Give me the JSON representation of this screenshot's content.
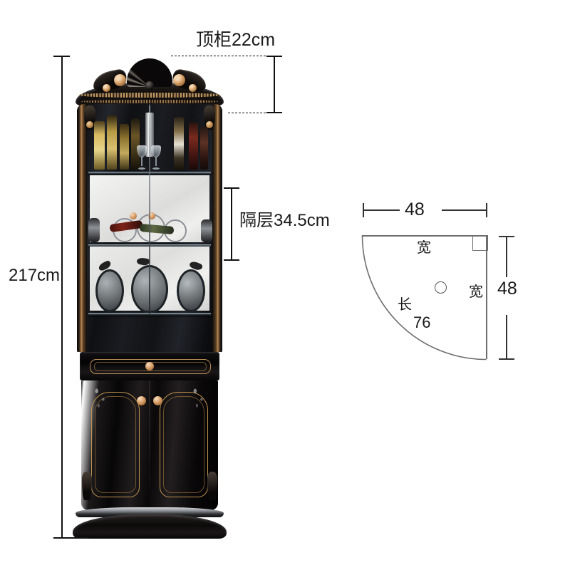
{
  "page": {
    "background_color": "#ffffff",
    "product": "corner display cabinet / wine cabinet",
    "line_color": "#111111",
    "diagram_line_color": "#6d6d6d"
  },
  "dimensions": {
    "total_height": "217cm",
    "top_cabinet": "顶柜22cm",
    "shelf_spacing": "隔层34.5cm"
  },
  "plan": {
    "top_width": "48",
    "right_width": "48",
    "inner_top_label": "宽",
    "inner_right_label": "宽",
    "arc_label": "长",
    "arc_value": "76"
  },
  "photo": {
    "alt": "black lacquered European style corner display cabinet with glass doors",
    "sections": [
      {
        "name": "crown",
        "description": "carved shell pediment with gold rosettes"
      },
      {
        "name": "glass-display-top",
        "description": "liquor bottles and wine glasses on glass shelf"
      },
      {
        "name": "glass-display-middle",
        "description": "wine rack with laid bottles"
      },
      {
        "name": "glass-display-bottom",
        "description": "decorative sculptures"
      },
      {
        "name": "drawer",
        "description": "single drawer with gold trim and knob"
      },
      {
        "name": "doors",
        "description": "double cabinet doors with gold outlines"
      },
      {
        "name": "base",
        "description": "curved glossy plinth"
      }
    ]
  }
}
